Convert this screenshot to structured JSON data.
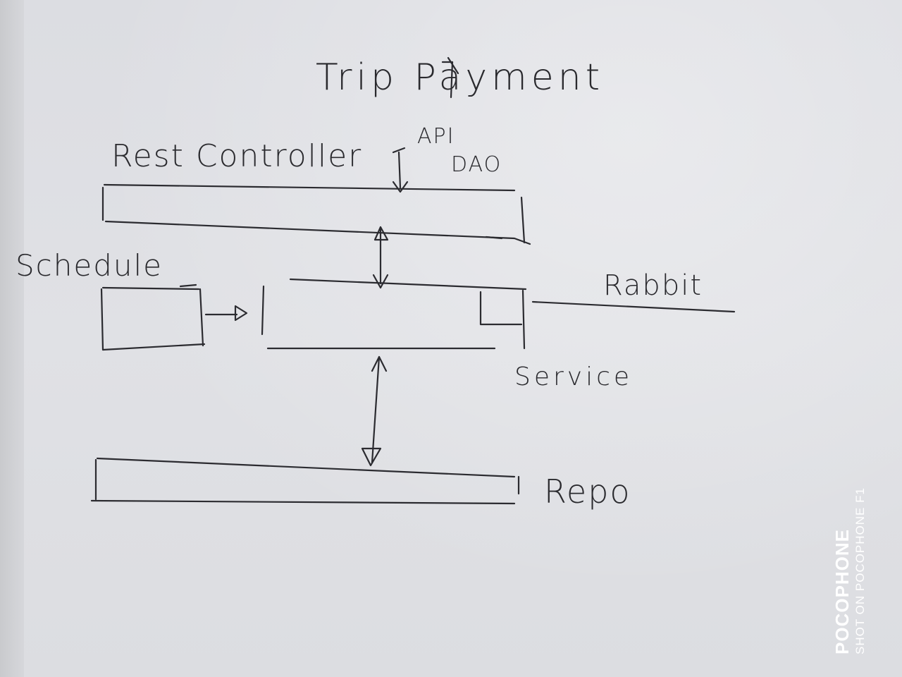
{
  "diagram": {
    "title": "Trip Payment",
    "labels": {
      "rest_controller": "Rest Controller",
      "api": "API",
      "dao": "DAO",
      "schedule": "Schedule",
      "rabbit": "Rabbit",
      "service": "Service",
      "repo": "Repo"
    }
  },
  "watermark": {
    "brand": "POCOPHONE",
    "caption": "SHOT ON POCOPHONE F1"
  }
}
